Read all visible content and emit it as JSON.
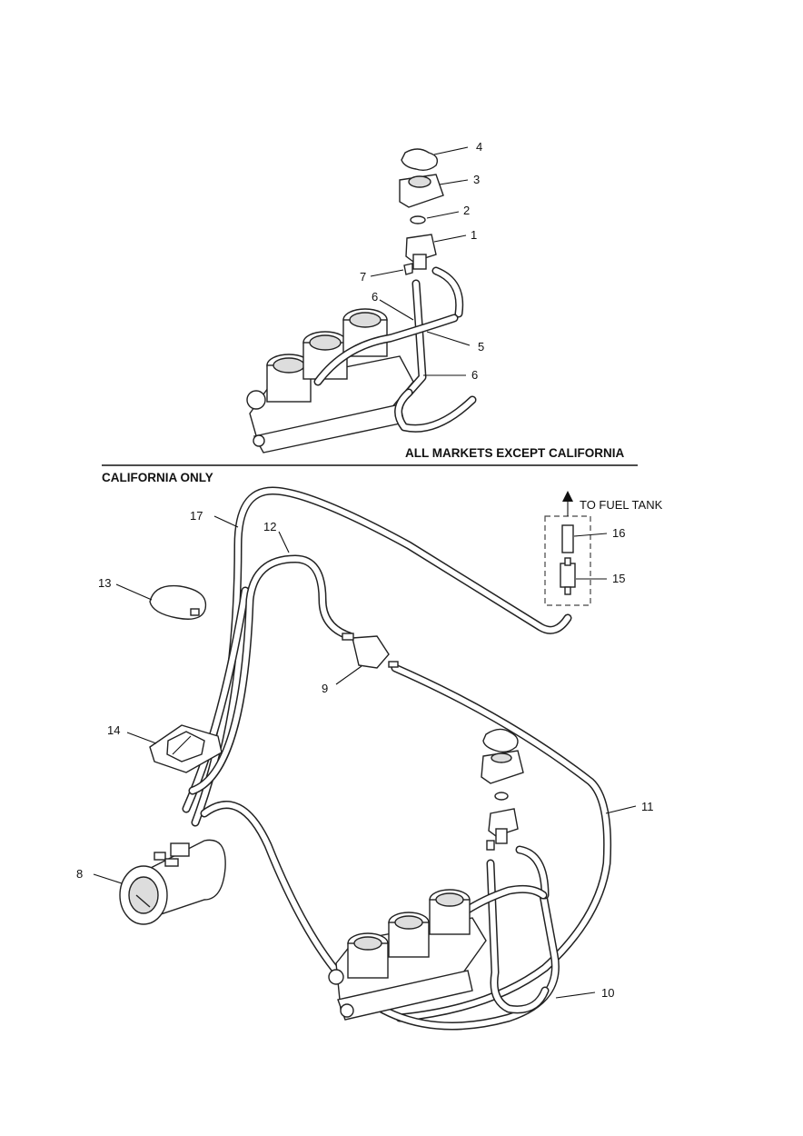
{
  "sections": {
    "top_title": "ALL MARKETS EXCEPT CALIFORNIA",
    "bottom_title": "CALIFORNIA ONLY"
  },
  "fuel_tank_label": "TO FUEL TANK",
  "callouts": {
    "top": {
      "c1": "1",
      "c2": "2",
      "c3": "3",
      "c4": "4",
      "c5": "5",
      "c6a": "6",
      "c6b": "6",
      "c7": "7"
    },
    "bottom": {
      "c8": "8",
      "c9": "9",
      "c10": "10",
      "c11": "11",
      "c12": "12",
      "c13": "13",
      "c14": "14",
      "c15": "15",
      "c16": "16",
      "c17": "17"
    }
  }
}
